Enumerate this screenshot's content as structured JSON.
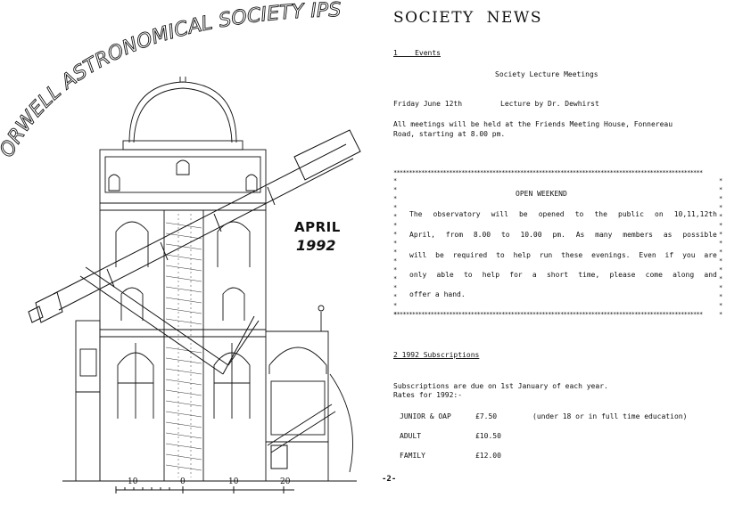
{
  "cover": {
    "title": "ORWELL ASTRONOMICAL SOCIETY IPSWICH",
    "month": "APRIL",
    "year": "1992",
    "scale_labels": [
      "10",
      "0",
      "10",
      "20"
    ]
  },
  "news": {
    "title": "SOCIETY  NEWS",
    "section1_heading": "1    Events",
    "lecture_heading": "Society Lecture Meetings",
    "lecture_date": "Friday June 12th",
    "lecture_desc": "Lecture by Dr. Dewhirst",
    "venue_line1": "All meetings will be held at the Friends Meeting House, Fonnereau",
    "venue_line2": "Road, starting at 8.00 pm.",
    "notice": {
      "heading": "OPEN WEEKEND",
      "lines": [
        [
          "The",
          "observatory",
          "will",
          "be",
          "opened",
          "to",
          "the",
          "public",
          "on",
          "10,11,12th"
        ],
        [
          "April,",
          "from",
          "8.00",
          "to",
          "10.00",
          "pm.",
          "As",
          "many",
          "members",
          "as",
          "possible"
        ],
        [
          "will",
          "be",
          "required",
          "to",
          "help",
          "run",
          "these",
          "evenings.",
          "Even",
          "if",
          "you",
          "are"
        ],
        [
          "only",
          "able",
          "to",
          "help",
          "for",
          "a",
          "short",
          "time,",
          "please",
          "come",
          "along",
          "and"
        ],
        [
          "offer",
          "a",
          "hand."
        ]
      ]
    },
    "section2_heading": "2 1992 Subscriptions",
    "subs_line1": "Subscriptions are due on 1st January of each year.",
    "subs_line2": "Rates for 1992:-",
    "rates": [
      {
        "category": "JUNIOR & OAP",
        "price": "£7.50",
        "note": "(under 18 or in full time education)"
      },
      {
        "category": "ADULT",
        "price": "£10.50",
        "note": ""
      },
      {
        "category": "FAMILY",
        "price": "£12.00",
        "note": ""
      }
    ],
    "page_number": "-2-"
  }
}
